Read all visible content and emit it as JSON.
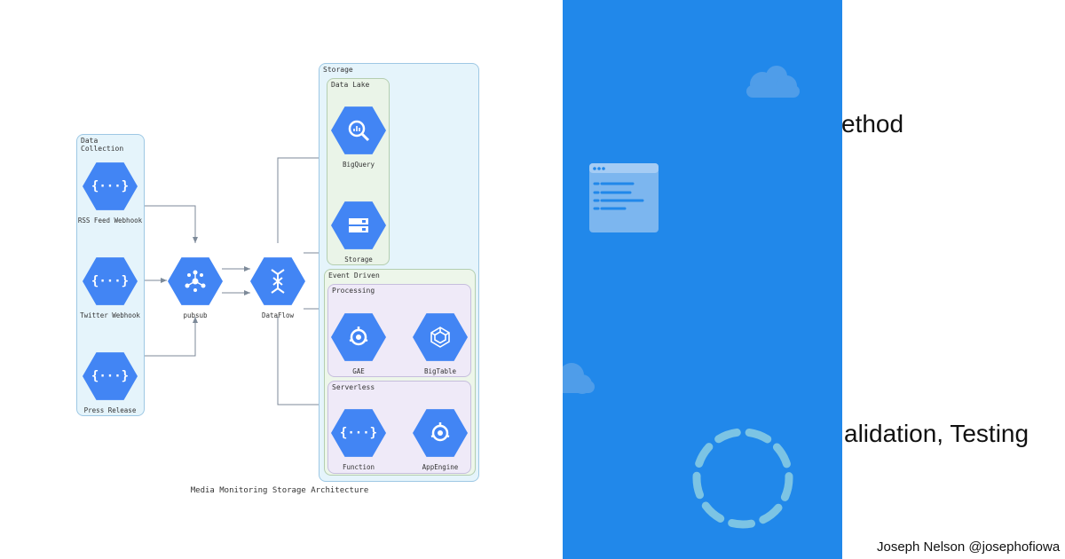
{
  "diagram": {
    "caption": "Media Monitoring Storage Architecture",
    "groups": {
      "data_collection": "Data Collection",
      "storage": "Storage",
      "data_lake": "Data Lake",
      "event_driven": "Event Driven",
      "processing": "Processing",
      "serverless": "Serverless"
    },
    "nodes": {
      "rss": "RSS Feed Webhook",
      "twitter": "Twitter Webhook",
      "press": "Press Release",
      "pubsub": "pubsub",
      "dataflow": "DataFlow",
      "bigquery": "BigQuery",
      "storage": "Storage",
      "gae": "GAE",
      "bigtable": "BigTable",
      "function": "Function",
      "appengine": "AppEngine"
    },
    "icons": {
      "webhook": "cloud-functions-icon",
      "pubsub": "pubsub-icon",
      "dataflow": "dataflow-icon",
      "bigquery": "bigquery-icon",
      "storage": "cloud-storage-icon",
      "gae": "app-engine-icon",
      "bigtable": "bigtable-icon"
    },
    "colors": {
      "icon_blue": "#4285f4",
      "storage_bg": "#e5f4fb",
      "data_lake_bg": "#eaf4e8",
      "event_driven_bg": "#edf6ea",
      "processing_bg": "#efeaf8"
    }
  },
  "slide": {
    "background_color": "#2188ea",
    "text_line_1": "ethod",
    "text_line_2": "alidation, Testing",
    "author": "Joseph Nelson @josephofiowa"
  }
}
